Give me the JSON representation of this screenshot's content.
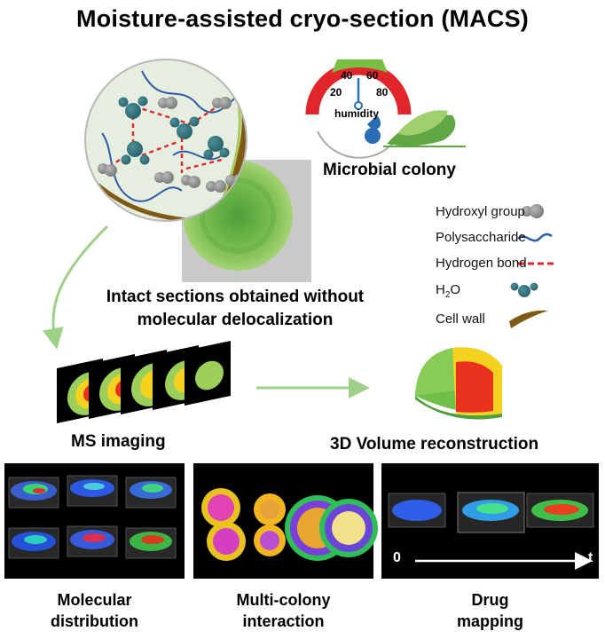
{
  "title": "Moisture-assisted cryo-section (MACS)",
  "microbial_colony_label": "Microbial colony",
  "humidity_gauge": {
    "ticks": [
      "20",
      "40",
      "60",
      "80"
    ],
    "label": "humidity",
    "colors": {
      "red": "#e0262b",
      "green": "#77c043",
      "blue": "#2a6db5"
    }
  },
  "legend": {
    "items": [
      {
        "label": "Hydroxyl group",
        "icon": "hydroxyl-icon"
      },
      {
        "label": "Polysaccharide",
        "icon": "polysaccharide-icon"
      },
      {
        "label": "Hydrogen bond",
        "icon": "hydrogen-bond-icon"
      },
      {
        "label_main": "H",
        "label_sub": "2",
        "label_end": "O",
        "icon": "water-molecule-icon"
      },
      {
        "label": "Cell wall",
        "icon": "cell-wall-icon"
      }
    ]
  },
  "intact_sections_line1": "Intact sections obtained without",
  "intact_sections_line2": "molecular delocalization",
  "ms_imaging_label": "MS imaging",
  "volume_label": "3D Volume reconstruction",
  "panels": [
    {
      "caption_line1": "Molecular",
      "caption_line2": "distribution"
    },
    {
      "caption_line1": "Multi-colony",
      "caption_line2": "interaction"
    },
    {
      "caption_line1": "Drug",
      "caption_line2": "mapping"
    }
  ],
  "time_axis": {
    "start": "0",
    "end": "t"
  },
  "colors": {
    "accent_green": "#8fc97a",
    "colony_green": "#76b947",
    "yellow": "#f4d21f",
    "red": "#e8321d"
  }
}
